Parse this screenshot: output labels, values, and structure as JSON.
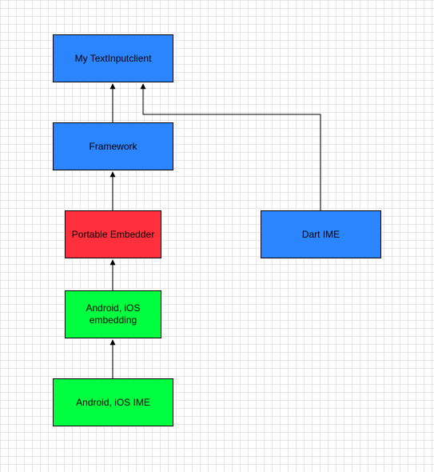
{
  "colors": {
    "blue": "#2a85ff",
    "red": "#ff2f3c",
    "green": "#00ff3f"
  },
  "nodes": {
    "my_textinputclient": {
      "label": "My TextInputclient",
      "fill": "blue"
    },
    "framework": {
      "label": "Framework",
      "fill": "blue"
    },
    "portable_embedder": {
      "label": "Portable Embedder",
      "fill": "red"
    },
    "android_ios_embedding": {
      "label": "Android, iOS\nembedding",
      "fill": "green"
    },
    "android_ios_ime": {
      "label": "Android, iOS IME",
      "fill": "green"
    },
    "dart_ime": {
      "label": "Dart IME",
      "fill": "blue"
    }
  },
  "edges": [
    {
      "from": "android_ios_ime",
      "to": "android_ios_embedding"
    },
    {
      "from": "android_ios_embedding",
      "to": "portable_embedder"
    },
    {
      "from": "portable_embedder",
      "to": "framework"
    },
    {
      "from": "framework",
      "to": "my_textinputclient"
    },
    {
      "from": "dart_ime",
      "to": "my_textinputclient"
    }
  ]
}
